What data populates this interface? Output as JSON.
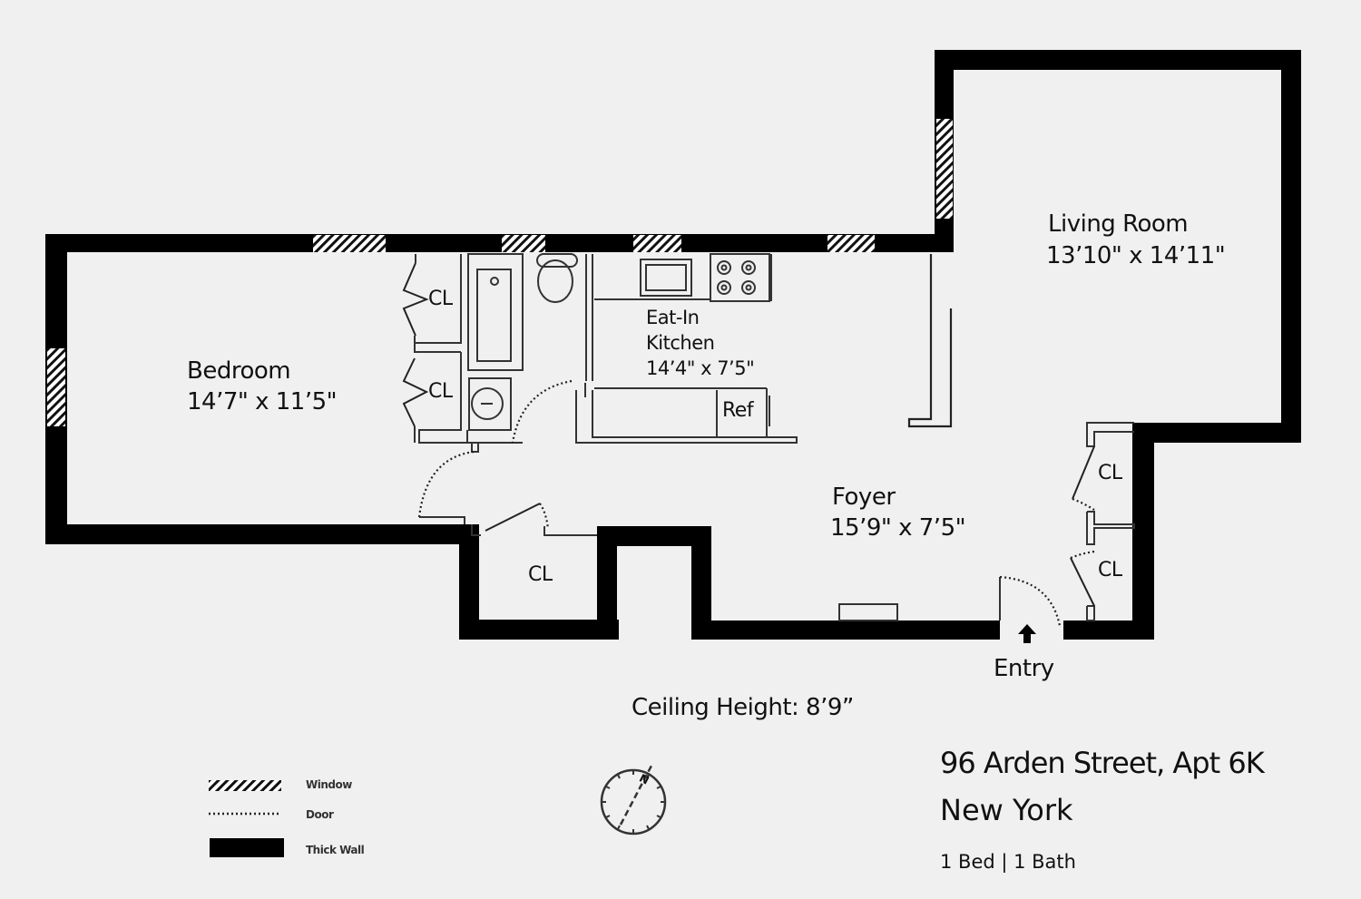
{
  "rooms": {
    "bedroom": {
      "name": "Bedroom",
      "dims": "14’7\" x 11’5\""
    },
    "kitchen": {
      "name_line1": "Eat-In",
      "name_line2": "Kitchen",
      "dims": "14’4\" x 7’5\""
    },
    "living_room": {
      "name": "Living Room",
      "dims": "13’10\" x 14’11\""
    },
    "foyer": {
      "name": "Foyer",
      "dims": "15’9\" x 7’5\""
    }
  },
  "closets": {
    "bedroom_upper": "CL",
    "bedroom_lower": "CL",
    "hall": "CL",
    "foyer_upper": "CL",
    "foyer_lower": "CL"
  },
  "fixtures": {
    "refrigerator": "Ref"
  },
  "entry": {
    "label": "Entry",
    "icon": "arrow-up-icon"
  },
  "ceiling_height": "Ceiling Height: 8’9”",
  "legend": {
    "items": [
      {
        "symbol": "hatched-bar",
        "label": "Window"
      },
      {
        "symbol": "dotted-line",
        "label": "Door"
      },
      {
        "symbol": "solid-bar",
        "label": "Thick Wall"
      }
    ]
  },
  "compass": {
    "icon": "compass-icon",
    "north_label": "N"
  },
  "listing": {
    "address": "96 Arden Street, Apt 6K",
    "city": "New York",
    "summary": "1 Bed | 1 Bath"
  },
  "colors": {
    "background": "#f0f0f0",
    "wall": "#000000",
    "line": "#333333"
  }
}
